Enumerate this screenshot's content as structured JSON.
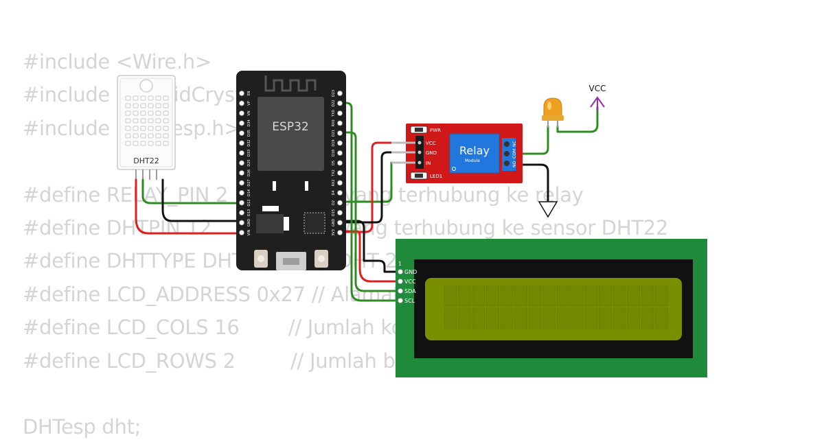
{
  "code_lines": [
    "#include <Wire.h>",
    "#include <LiquidCrystal_I2C.h>",
    "#include <DHTesp.h>",
    "",
    "#define RELAY_PIN 2          // Pin yang terhubung ke relay",
    "#define DHTPIN 12            // Pin yang terhubung ke sensor DHT22",
    "#define DHTTYPE DHT22        // DHT 22  (AM2302)",
    "#define LCD_ADDRESS 0x27 // Alamat I2C LCD",
    "#define LCD_COLS 16        // Jumlah kolom LCD",
    "#define LCD_ROWS 2         // Jumlah baris LCD",
    "",
    "DHTesp dht;"
  ],
  "dht": {
    "label": "DHT22"
  },
  "esp32": {
    "label": "ESP32",
    "left_pins": [
      "EN",
      "VP",
      "VN",
      "D34",
      "D35",
      "D32",
      "D33",
      "D25",
      "D26",
      "D27",
      "D14",
      "D12",
      "D13",
      "GND",
      "VIN"
    ],
    "right_pins": [
      "D23",
      "D22",
      "TX0",
      "RX0",
      "D21",
      "D19",
      "D18",
      "D5",
      "TX2",
      "RX2",
      "D4",
      "D2",
      "D15",
      "GND",
      "3V3"
    ]
  },
  "relay": {
    "title": "Relay",
    "subtitle": "Module",
    "pwr_label": "PWR",
    "led_label": "LED1",
    "pins": [
      "VCC",
      "GND",
      "IN"
    ],
    "terminals": [
      "NC",
      "COM",
      "NO"
    ]
  },
  "vcc": {
    "label": "VCC"
  },
  "lcd": {
    "pin1": "1",
    "pins": [
      "GND",
      "VCC",
      "SDA",
      "SCL"
    ],
    "cols": 16,
    "rows": 2
  },
  "colors": {
    "wire_green": "#2e8b22",
    "wire_red": "#e02020",
    "wire_black": "#111111",
    "esp32_body": "#1f1f1f",
    "relay_body": "#d01818",
    "lcd_pcb": "#1e8a3a",
    "lcd_screen": "#7a8f00",
    "led_amber": "#f0a020",
    "vcc_purple": "#9c27b0"
  }
}
